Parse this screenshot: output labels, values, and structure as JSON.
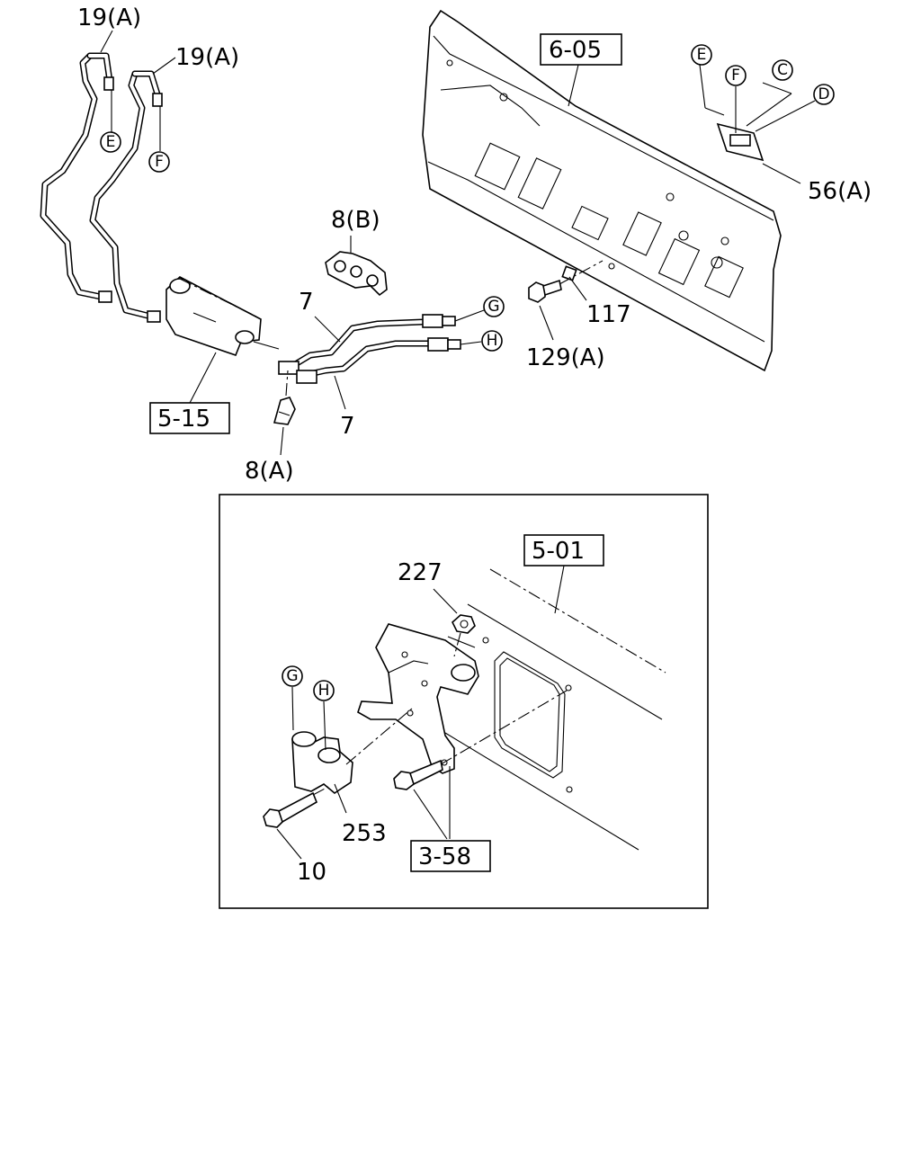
{
  "labels": {
    "l19a_1": "19(A)",
    "l19a_2": "19(A)",
    "l8b": "8(B)",
    "l7_top": "7",
    "l7_bottom": "7",
    "l8a": "8(A)",
    "l117": "117",
    "l129a": "129(A)",
    "l56a": "56(A)",
    "l227": "227",
    "l253": "253",
    "l10": "10"
  },
  "boxes": {
    "b605": "6-05",
    "b515": "5-15",
    "b501": "5-01",
    "b358": "3-58"
  },
  "circles": {
    "c_e_tube": "E",
    "c_f_tube": "F",
    "c_g": "G",
    "c_h": "H",
    "c_e_panel": "E",
    "c_f_panel": "F",
    "c_c_panel": "C",
    "c_d_panel": "D",
    "c_g_detail": "G",
    "c_h_detail": "H"
  }
}
